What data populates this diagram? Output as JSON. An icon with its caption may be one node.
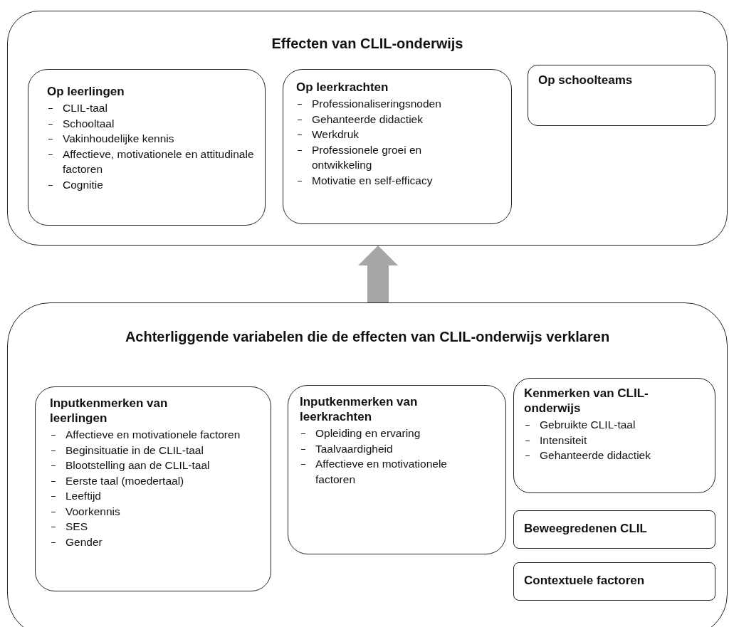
{
  "diagram": {
    "nodes": [
      {
        "text": [
          "Effecten van CLIL-onderwijs"
        ]
      },
      {
        "text": [
          "Op leerlingen",
          "CLIL-taal",
          "Schooltaal",
          "Vakinhoudelijke kennis",
          "Affectieve, motivationele en attitudinale factoren",
          "Cognitie"
        ],
        "in": 0
      },
      {
        "text": [
          "Op leerkrachten",
          "Professionaliseringsnoden",
          "Gehanteerde didactiek",
          "Werkdruk",
          "Professionele groei en ontwikkeling",
          "Motivatie en self-efficacy"
        ],
        "in": 0
      },
      {
        "text": [
          "Op schoolteams"
        ],
        "in": 0
      },
      {
        "text": [
          "Achterliggende variabelen die de effecten van CLIL-onderwijs verklaren"
        ]
      },
      {
        "text": [
          "Inputkenmerken van leerlingen",
          "Affectieve en motivationele factoren",
          "Beginsituatie in de CLIL-taal",
          "Blootstelling aan de CLIL-taal",
          "Eerste taal (moedertaal)",
          "Leeftijd",
          "Voorkennis",
          "SES",
          "Gender"
        ],
        "in": 4
      },
      {
        "text": [
          "Inputkenmerken van leerkrachten",
          "Opleiding en ervaring",
          "Taalvaardigheid",
          "Affectieve en motivationele factoren"
        ],
        "in": 4
      },
      {
        "text": [
          "Kenmerken van CLIL-onderwijs",
          "Gebruikte CLIL-taal",
          "Intensiteit",
          "Gehanteerde didactiek"
        ],
        "in": 4
      },
      {
        "text": [
          "Beweegredenen CLIL"
        ],
        "in": 4
      },
      {
        "text": [
          "Contextuele factoren"
        ],
        "in": 4
      }
    ],
    "edges": [
      {
        "from": 4,
        "to": 0,
        "arrow": "to",
        "style": "thick"
      }
    ]
  }
}
